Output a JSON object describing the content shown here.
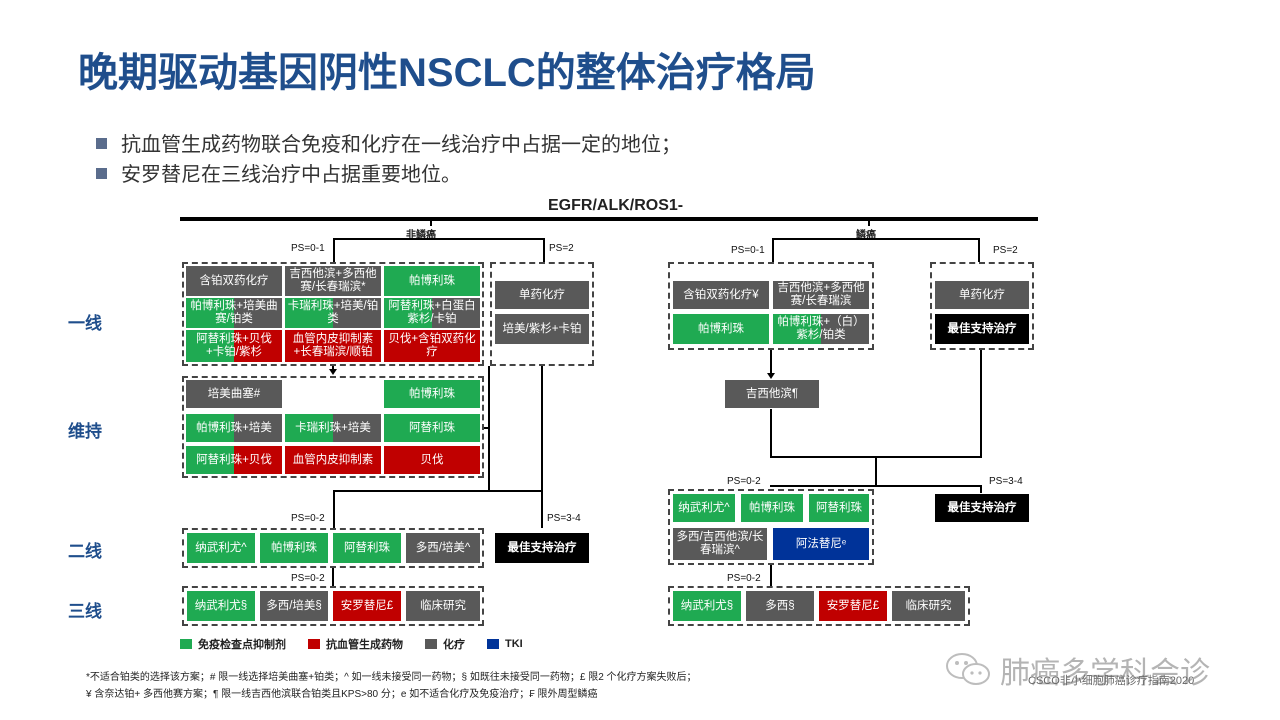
{
  "title": "晚期驱动基因阴性NSCLC的整体治疗格局",
  "bullets": [
    "抗血管生成药物联合免疫和化疗在一线治疗中占据一定的地位；",
    "安罗替尼在三线治疗中占据重要地位。"
  ],
  "top_header": "EGFR/ALK/ROS1-",
  "branches": {
    "nonsq": "非鳞癌",
    "sq": "鳞癌"
  },
  "ps": {
    "ps01": "PS=0-1",
    "ps2": "PS=2",
    "ps02": "PS=0-2",
    "ps34": "PS=3-4"
  },
  "rows": {
    "first": "一线",
    "maint": "维持",
    "second": "二线",
    "third": "三线"
  },
  "nonsq": {
    "first": [
      [
        "含铂双药化疗",
        "吉西他滨+多西他赛/长春瑞滨*",
        "帕博利珠"
      ],
      [
        "帕博利珠+培美曲赛/铂类",
        "卡瑞利珠+培美/铂类",
        "阿替利珠+白蛋白紫杉/卡铂"
      ],
      [
        "阿替利珠+贝伐+卡铂/紫杉",
        "血管内皮抑制素+长春瑞滨/顺铂",
        "贝伐+含铂双药化疗"
      ]
    ],
    "first_ps2": [
      "单药化疗",
      "培美/紫杉+卡铂"
    ],
    "maint": {
      "pem": "培美曲塞#",
      "pembro1": "帕博利珠",
      "pembro_pem": "帕博利珠+培美",
      "cam_pem": "卡瑞利珠+培美",
      "atezo1": "阿替利珠",
      "atezo_bev": "阿替利珠+贝伐",
      "endo": "血管内皮抑制素",
      "bev": "贝伐"
    },
    "second": [
      "纳武利尤^",
      "帕博利珠",
      "阿替利珠",
      "多西/培美^"
    ],
    "second_ps34": "最佳支持治疗",
    "third": [
      "纳武利尤§",
      "多西/培美§",
      "安罗替尼£",
      "临床研究"
    ]
  },
  "sq": {
    "first": [
      [
        "含铂双药化疗¥",
        "吉西他滨+多西他赛/长春瑞滨"
      ],
      [
        "帕博利珠",
        "帕博利珠+（白）紫杉/铂类"
      ]
    ],
    "first_ps2": [
      "单药化疗",
      "最佳支持治疗"
    ],
    "maint": "吉西他滨¶",
    "second": [
      "纳武利尤^",
      "帕博利珠",
      "阿替利珠",
      "多西/吉西他滨/长春瑞滨^",
      "阿法替尼ᵉ"
    ],
    "second_ps34": "最佳支持治疗",
    "third": [
      "纳武利尤§",
      "多西§",
      "安罗替尼£",
      "临床研究"
    ]
  },
  "legend": [
    {
      "label": "免疫检查点抑制剂",
      "color": "#1faa52"
    },
    {
      "label": "抗血管生成药物",
      "color": "#c00000"
    },
    {
      "label": "化疗",
      "color": "#595959"
    },
    {
      "label": "TKI",
      "color": "#003399"
    }
  ],
  "footnotes": [
    "*不适合铂类的选择该方案；# 限一线选择培美曲塞+铂类；^ 如一线未接受同一药物；§ 如既往未接受同一药物；£ 限2 个化疗方案失败后；",
    "¥ 含奈达铂+ 多西他赛方案；¶ 限一线吉西他滨联合铂类且KPS>80 分；e 如不适合化疗及免疫治疗；₣ 限外周型鳞癌"
  ],
  "watermark": {
    "text": "肺癌多学科会诊",
    "source": "CSCO非小细胞肺癌诊疗指南2020"
  }
}
